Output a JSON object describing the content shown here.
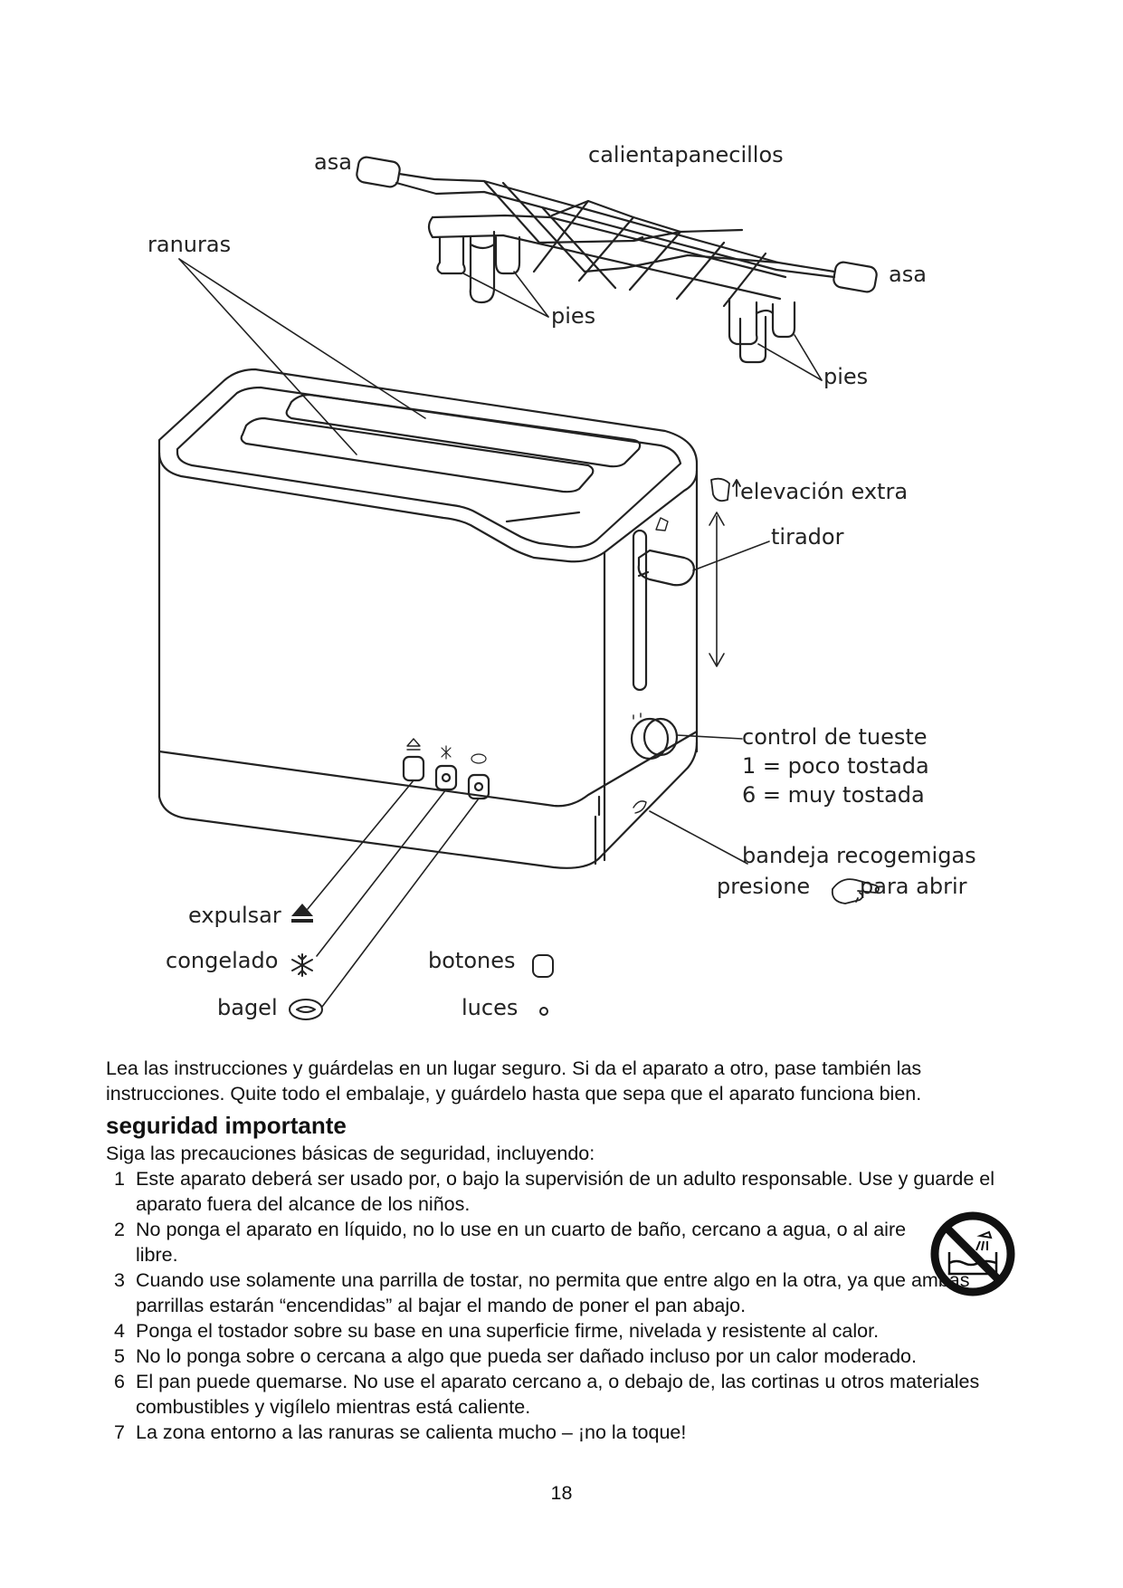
{
  "diagram": {
    "labels": {
      "asa_left": "asa",
      "calientapanecillos": "calientapanecillos",
      "ranuras": "ranuras",
      "asa_right": "asa",
      "pies_1": "pies",
      "pies_2": "pies",
      "elevacion_extra": "elevación extra",
      "tirador": "tirador",
      "control_tueste": "control de tueste",
      "tueste_1": "1 = poco tostada",
      "tueste_6": "6 = muy tostada",
      "bandeja": "bandeja recogemigas",
      "presione": "presione",
      "para_abrir": "para abrir",
      "expulsar": "expulsar",
      "congelado": "congelado",
      "bagel": "bagel",
      "botones": "botones",
      "luces": "luces"
    },
    "icons": [
      "eject-icon",
      "snowflake-icon",
      "bagel-icon",
      "button-icon",
      "light-icon",
      "hand-press-icon",
      "extra-lift-icon"
    ]
  },
  "intro": "Lea las instrucciones y guárdelas en un lugar seguro. Si da el aparato a otro, pase también las instrucciones. Quite todo el embalaje, y guárdelo hasta que sepa que el aparato funciona bien.",
  "safety": {
    "heading": "seguridad importante",
    "lead": "Siga las precauciones básicas de seguridad, incluyendo:",
    "items": [
      {
        "num": "1",
        "text": "Este aparato deberá ser usado por, o bajo la supervisión de un adulto responsable. Use y guarde el aparato fuera del alcance de los niños."
      },
      {
        "num": "2",
        "text": "No ponga el aparato en líquido, no lo use en un cuarto de baño, cercano a agua, o al aire libre."
      },
      {
        "num": "3",
        "text": "Cuando use solamente una parrilla de tostar, no permita que entre algo en la otra, ya que ambas parrillas estarán “encendidas” al bajar el mando de poner el pan abajo."
      },
      {
        "num": "4",
        "text": "Ponga el tostador sobre su base en una superficie firme, nivelada y resistente al calor."
      },
      {
        "num": "5",
        "text": "No lo ponga sobre o cercana a algo que pueda ser dañado incluso por un calor moderado."
      },
      {
        "num": "6",
        "text": "El pan puede quemarse. No use el aparato cercano a, o debajo de, las cortinas u otros materiales combustibles y vigílelo mientras está caliente."
      },
      {
        "num": "7",
        "text": "La zona entorno a las ranuras se calienta mucho – ¡no la toque!"
      }
    ],
    "warning_icon": "no-water-icon"
  },
  "page_number": "18"
}
